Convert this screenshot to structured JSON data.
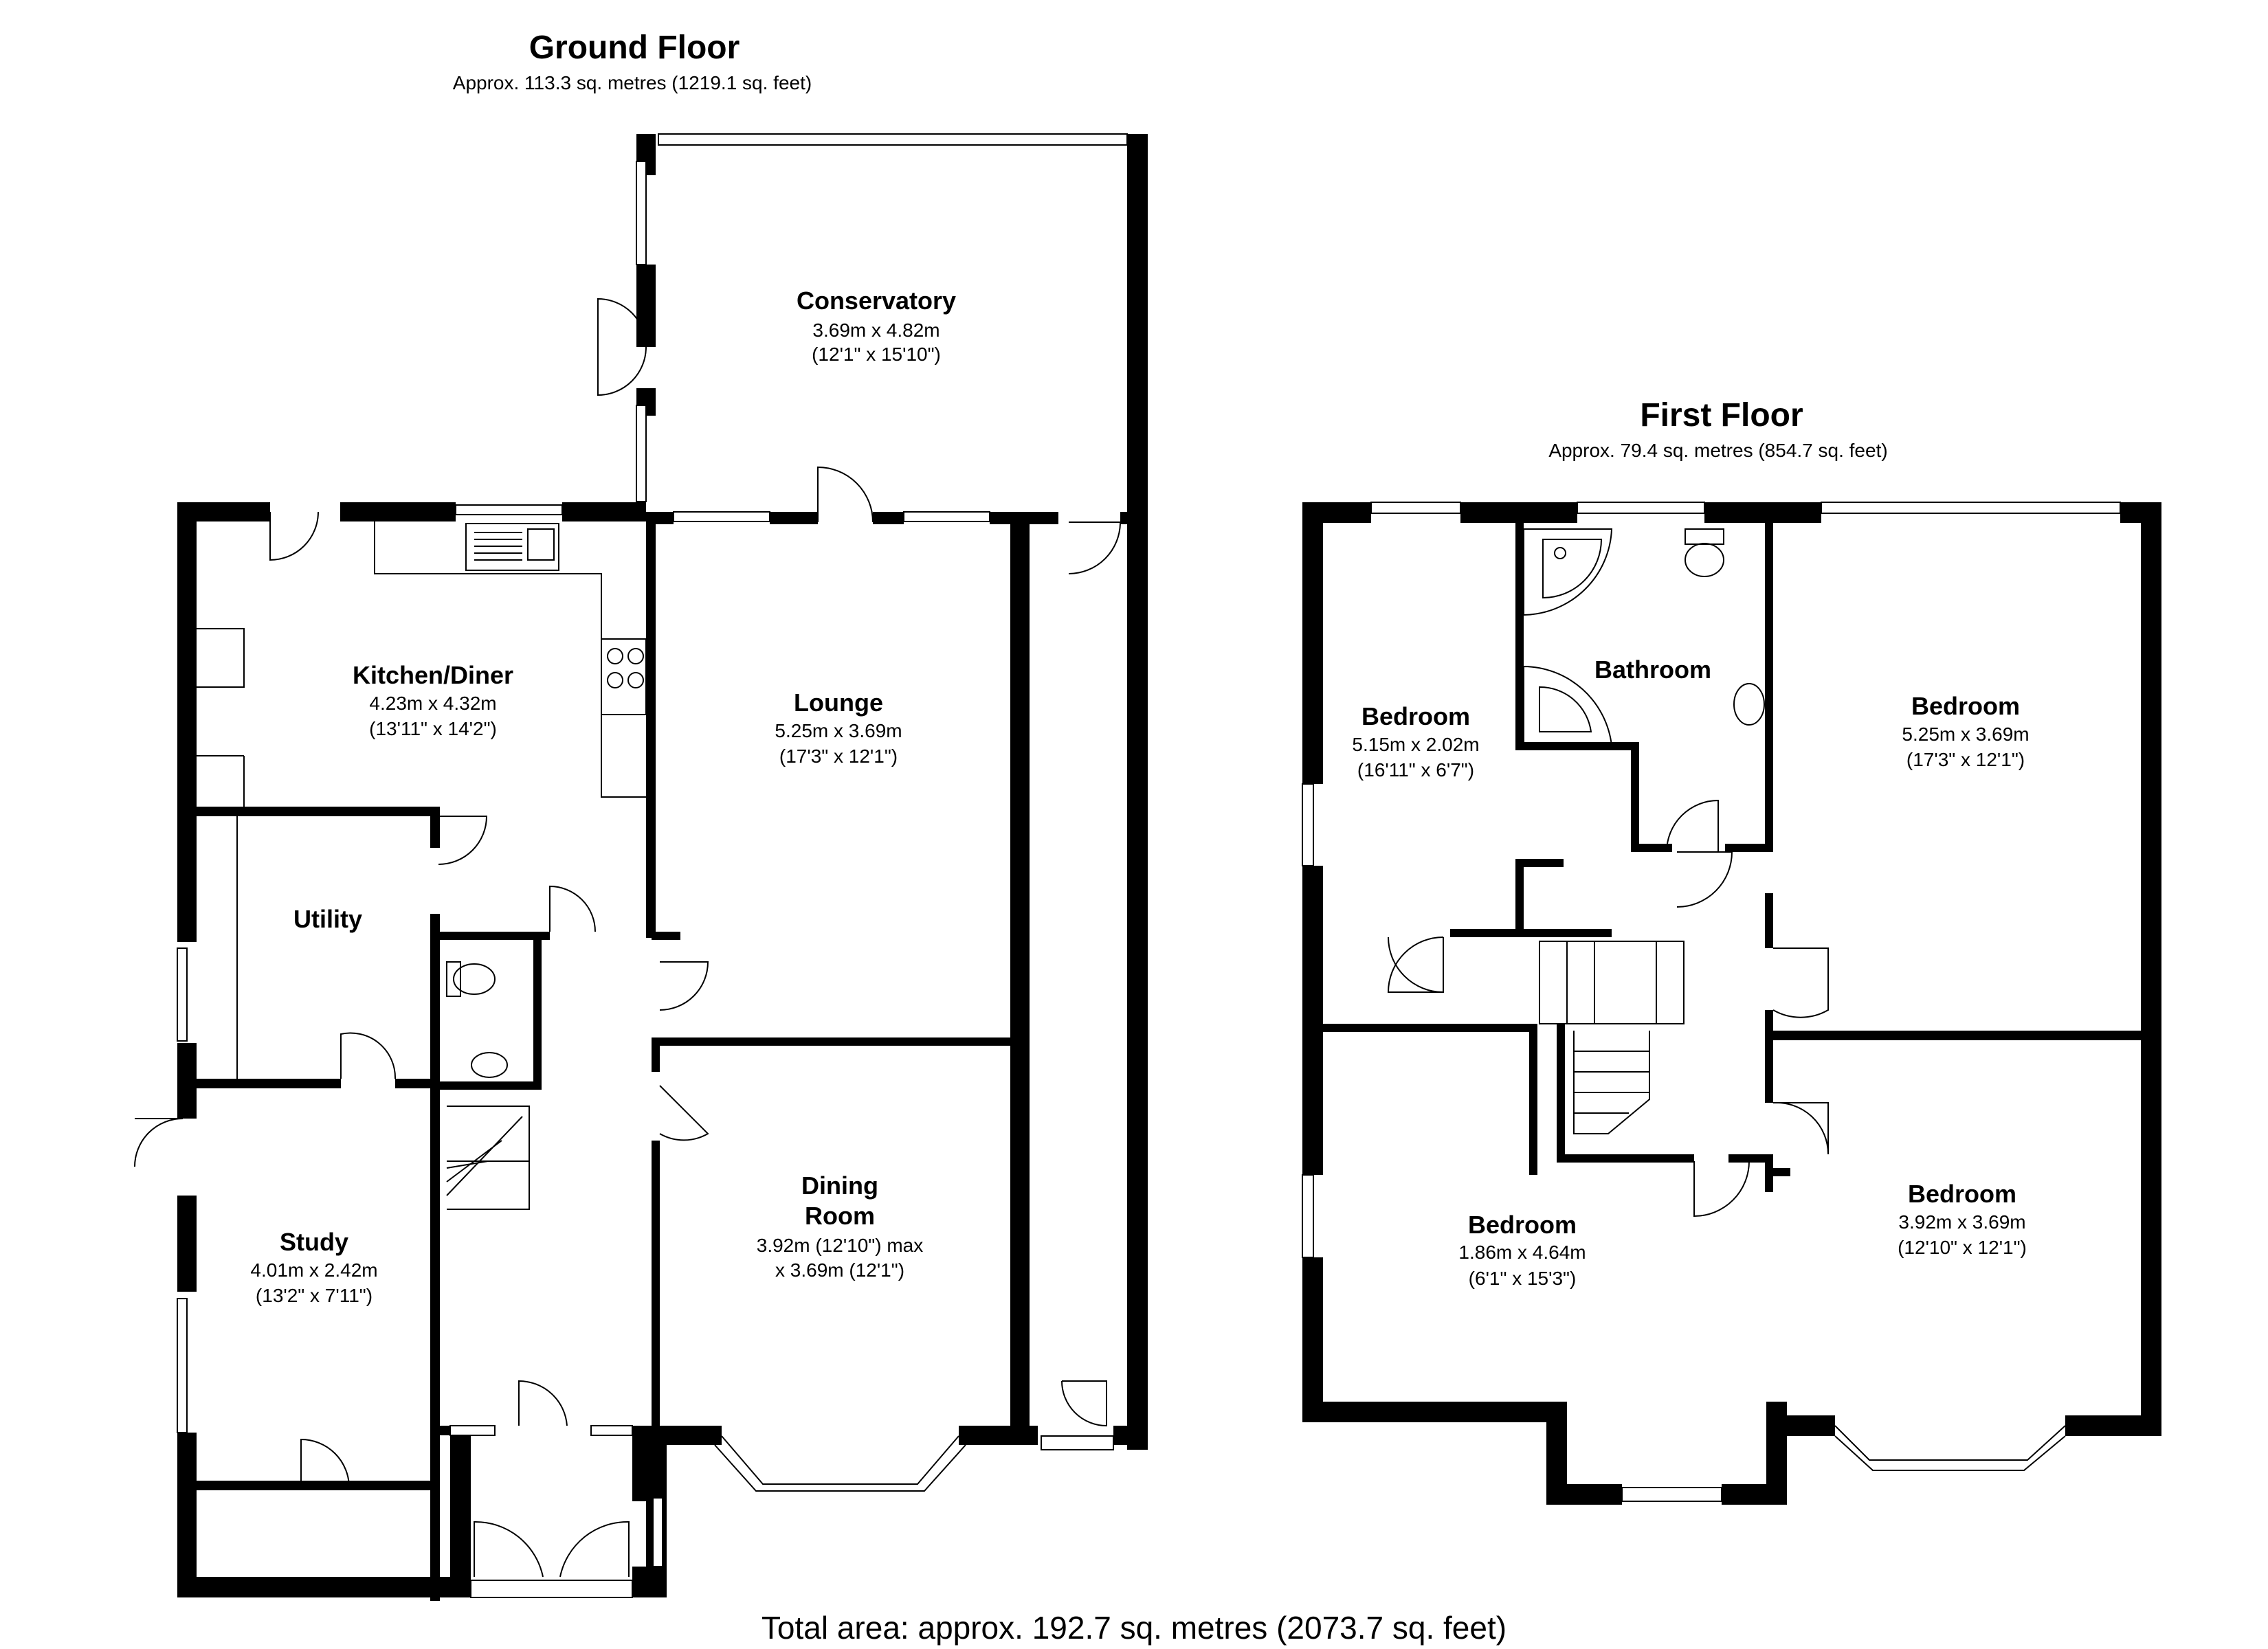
{
  "ground_floor": {
    "title": "Ground Floor",
    "approx": "Approx. 113.3 sq. metres (1219.1 sq. feet)",
    "rooms": {
      "conservatory": {
        "name": "Conservatory",
        "dim": "3.69m x 4.82m",
        "imperial": "(12'1\" x 15'10\")"
      },
      "kitchen": {
        "name": "Kitchen/Diner",
        "dim": "4.23m x 4.32m",
        "imperial": "(13'11\" x 14'2\")"
      },
      "lounge": {
        "name": "Lounge",
        "dim": "5.25m x 3.69m",
        "imperial": "(17'3\" x 12'1\")"
      },
      "utility": {
        "name": "Utility"
      },
      "study": {
        "name": "Study",
        "dim": "4.01m x 2.42m",
        "imperial": "(13'2\" x 7'11\")"
      },
      "dining": {
        "name_line1": "Dining",
        "name_line2": "Room",
        "dim": "3.92m (12'10\") max",
        "imperial": "x 3.69m (12'1\")"
      }
    }
  },
  "first_floor": {
    "title": "First Floor",
    "approx": "Approx. 79.4 sq. metres (854.7 sq. feet)",
    "rooms": {
      "bedroom_small": {
        "name": "Bedroom",
        "dim": "5.15m x 2.02m",
        "imperial": "(16'11\" x 6'7\")"
      },
      "bathroom": {
        "name": "Bathroom"
      },
      "bedroom_front_right": {
        "name": "Bedroom",
        "dim": "5.25m x 3.69m",
        "imperial": "(17'3\" x 12'1\")"
      },
      "bedroom_rear_left": {
        "name": "Bedroom",
        "dim": "1.86m x 4.64m",
        "imperial": "(6'1\" x 15'3\")"
      },
      "bedroom_rear_right": {
        "name": "Bedroom",
        "dim": "3.92m x 3.69m",
        "imperial": "(12'10\" x 12'1\")"
      }
    }
  },
  "total_area": "Total area: approx. 192.7 sq. metres (2073.7 sq. feet)"
}
